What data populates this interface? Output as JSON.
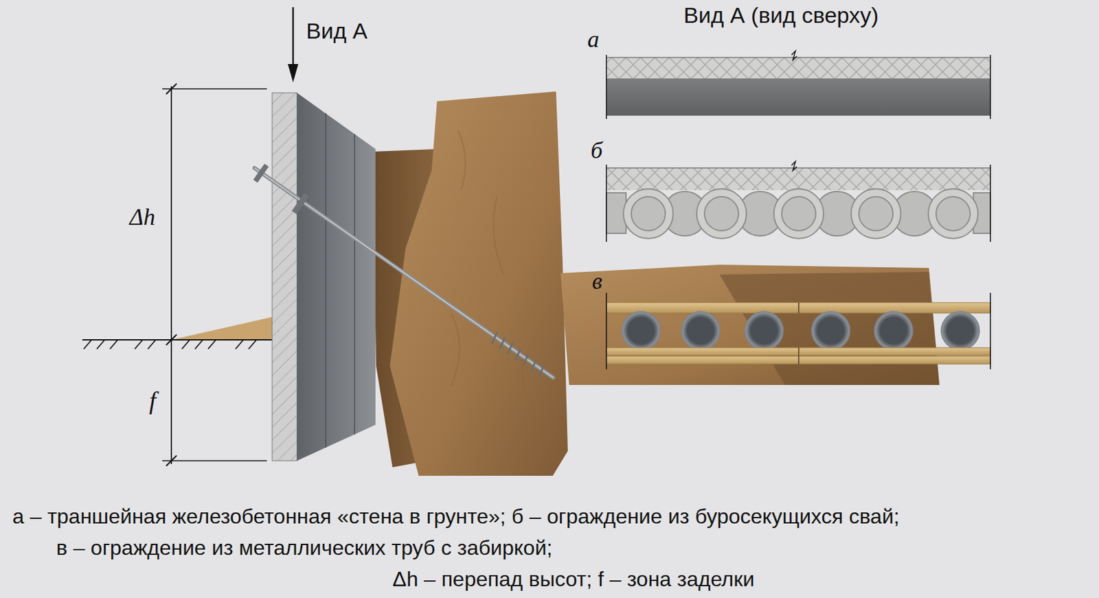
{
  "diagram": {
    "labels": [
      "Вид А",
      "Вид А (вид сверху)",
      "а",
      "б",
      "в",
      "Δh",
      "f",
      "а – траншейная железобетонная «стена в грунте»; б – ограждение из буросекущихся свай;",
      "в – ограждение из металлических труб с забиркой;",
      "Δh – перепад высот; f – зона заделки"
    ]
  }
}
